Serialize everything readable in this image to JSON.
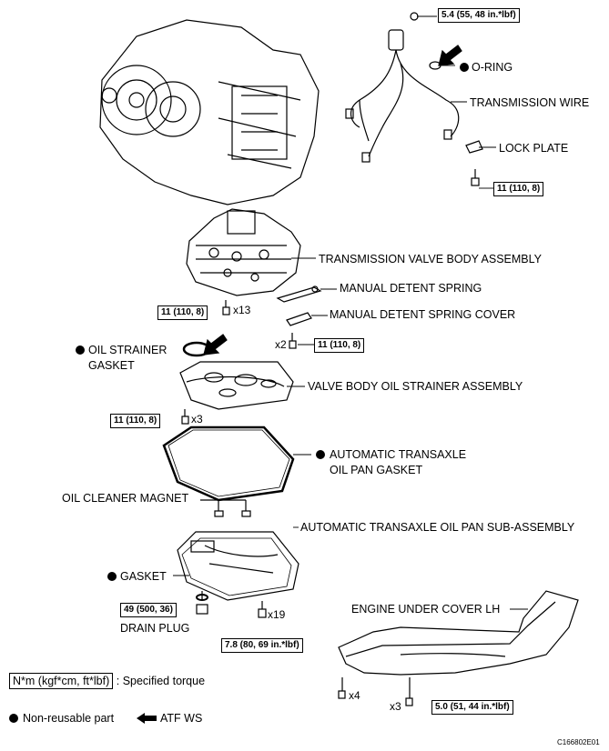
{
  "labels": {
    "o_ring": "O-RING",
    "transmission_wire": "TRANSMISSION WIRE",
    "lock_plate": "LOCK PLATE",
    "valve_body": "TRANSMISSION VALVE BODY ASSEMBLY",
    "manual_detent_spring": "MANUAL DETENT SPRING",
    "manual_detent_spring_cover": "MANUAL DETENT SPRING COVER",
    "oil_strainer_gasket_1": "OIL STRAINER",
    "oil_strainer_gasket_2": "GASKET",
    "strainer_assembly": "VALVE BODY OIL STRAINER ASSEMBLY",
    "pan_gasket_1": "AUTOMATIC TRANSAXLE",
    "pan_gasket_2": "OIL PAN GASKET",
    "oil_cleaner_magnet": "OIL CLEANER MAGNET",
    "oil_pan": "AUTOMATIC TRANSAXLE OIL PAN SUB-ASSEMBLY",
    "gasket": "GASKET",
    "drain_plug": "DRAIN PLUG",
    "engine_under_cover": "ENGINE UNDER COVER LH"
  },
  "torques": {
    "wire_bolt": "5.4 (55, 48 in.*lbf)",
    "lock_plate_bolt": "11 (110, 8)",
    "valve_body_bolt": "11 (110, 8)",
    "spring_cover_bolt": "11 (110, 8)",
    "strainer_bolt": "11 (110, 8)",
    "drain_plug": "49 (500, 36)",
    "oil_pan_bolt": "7.8 (80, 69 in.*lbf)",
    "under_cover_bolt": "5.0 (51, 44 in.*lbf)"
  },
  "counts": {
    "valve_body": "x13",
    "spring_cover": "x2",
    "strainer": "x3",
    "oil_pan": "x19",
    "under_cover_left": "x4",
    "under_cover_right": "x3"
  },
  "legend": {
    "torque_box": "N*m (kgf*cm, ft*lbf)",
    "torque_text": ": Specified torque",
    "non_reusable": "Non-reusable part",
    "atf": "ATF WS"
  },
  "figure_code": "C166802E01"
}
